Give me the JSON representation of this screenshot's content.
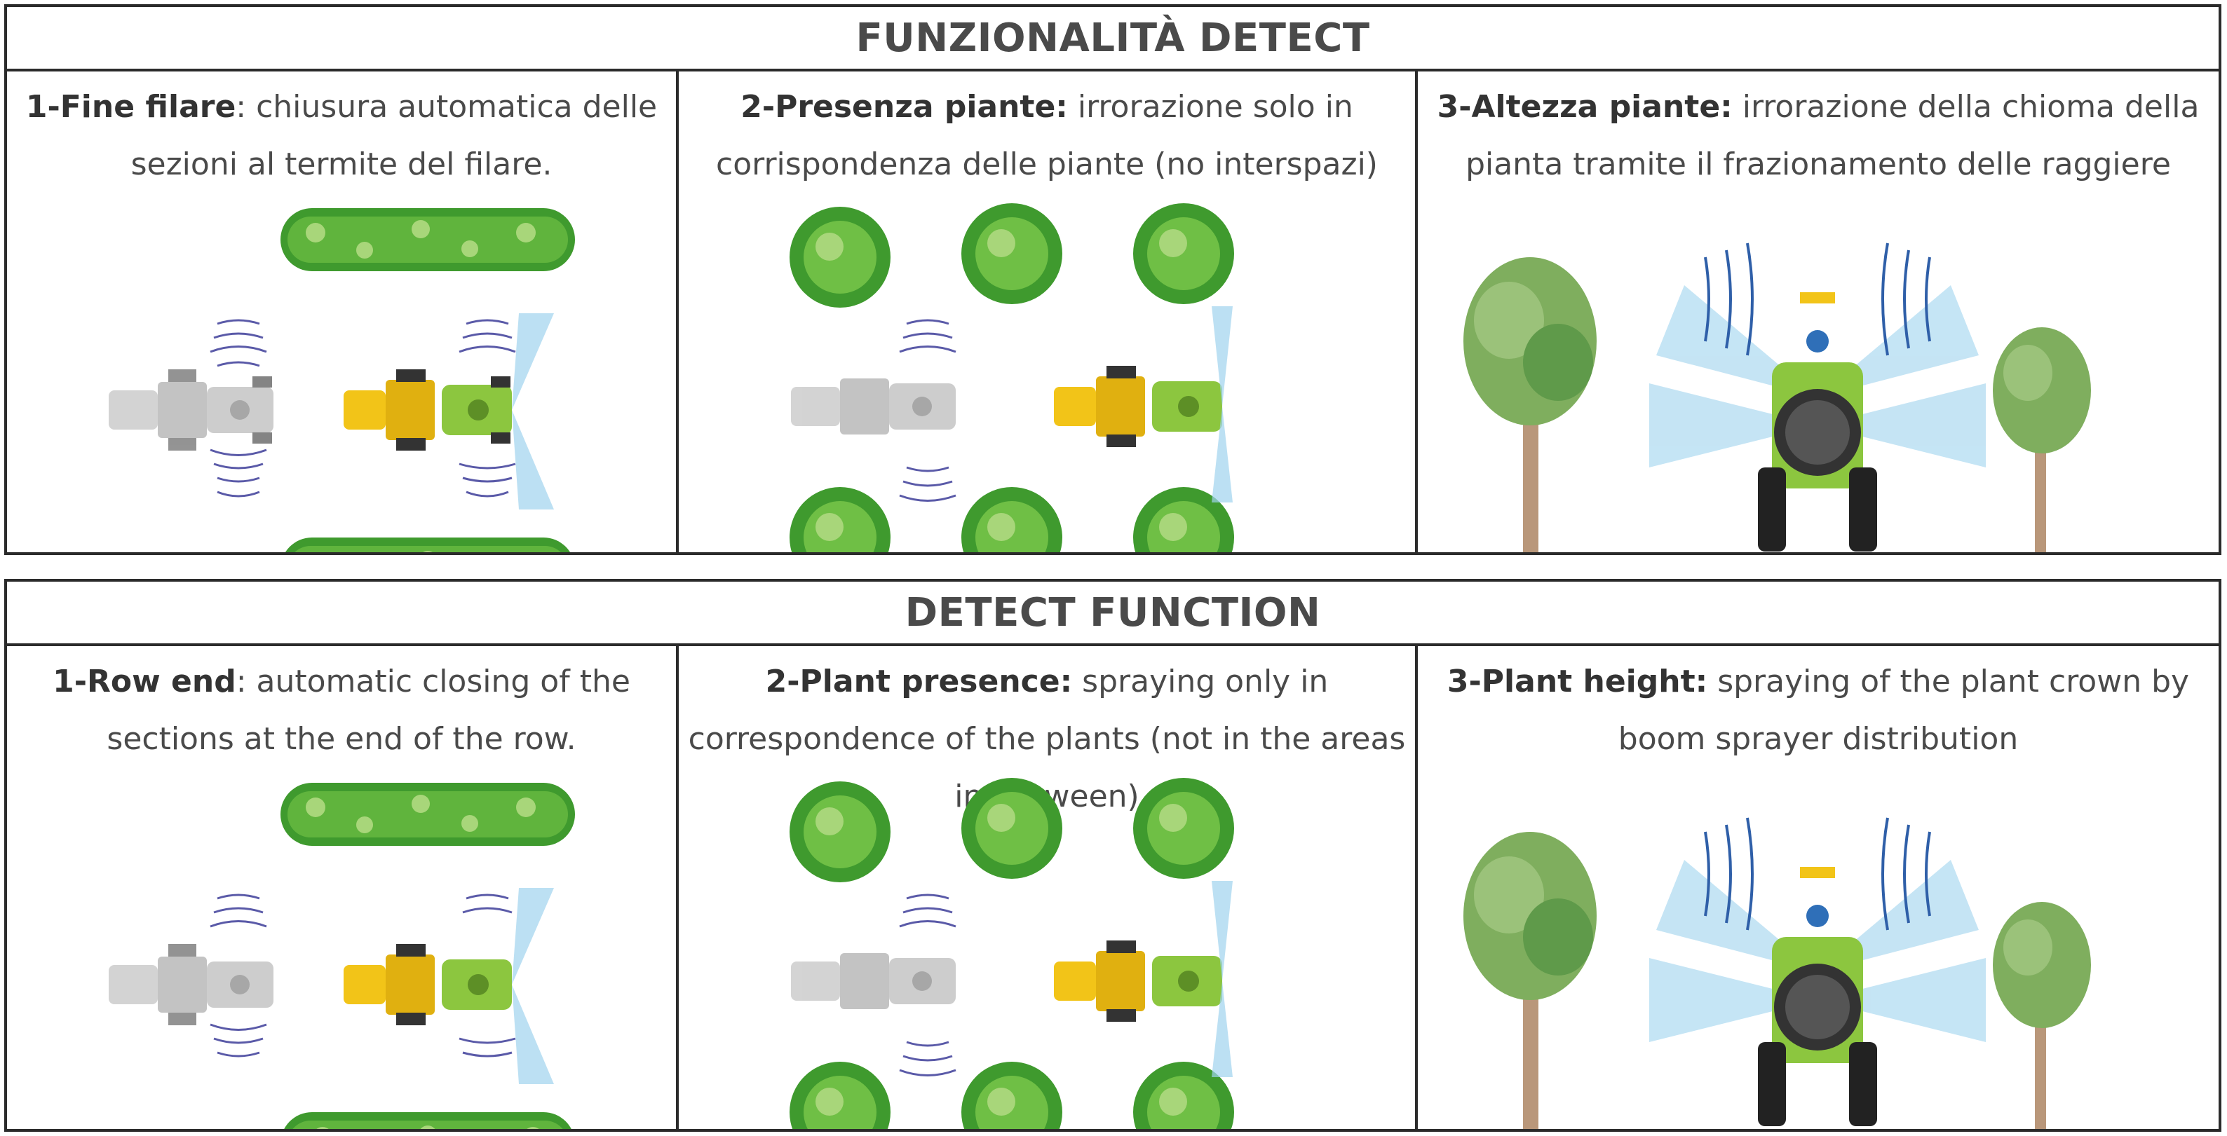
{
  "tables": [
    {
      "title": "FUNZIONALITÀ DETECT",
      "cells": [
        {
          "num": "1",
          "label": "-Fine filare",
          "text": ": chiusura automatica delle sezioni al termite del filare."
        },
        {
          "num": "2",
          "label": "-Presenza piante:",
          "text": " irrorazione solo in corrispondenza delle piante (no interspazi)"
        },
        {
          "num": "3",
          "label": "-Altezza piante:",
          "text": " irrorazione della chioma della pianta tramite il frazionamento delle raggiere"
        }
      ]
    },
    {
      "title": "DETECT FUNCTION",
      "cells": [
        {
          "num": "1",
          "label": "-Row end",
          "text": ": automatic closing of the sections at the end of the row."
        },
        {
          "num": "2",
          "label": "-Plant presence:",
          "text": " spraying only in correspondence of the plants (not in the areas in-between)"
        },
        {
          "num": "3",
          "label": "-Plant height:",
          "text": " spraying of the plant crown by boom sprayer distribution"
        }
      ]
    }
  ],
  "colors": {
    "foliage": "#3f9a2e",
    "foliage_light": "#a8d67a",
    "tractor_yellow": "#f2c418",
    "sprayer_green": "#8cc63f",
    "ghost_grey": "#bdbdbd",
    "sensor_wave": "#5a5aa8",
    "spray_blue": "#9fd3ee"
  }
}
